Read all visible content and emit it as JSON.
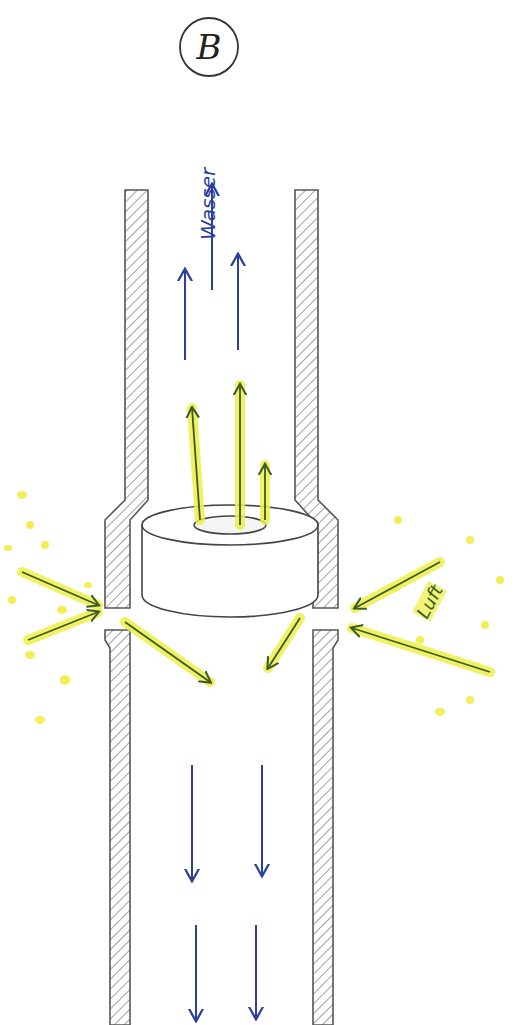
{
  "diagram": {
    "nodes": [
      {
        "text": [
          "B"
        ]
      }
    ],
    "labels": [
      "Wasser",
      "Luft"
    ]
  }
}
